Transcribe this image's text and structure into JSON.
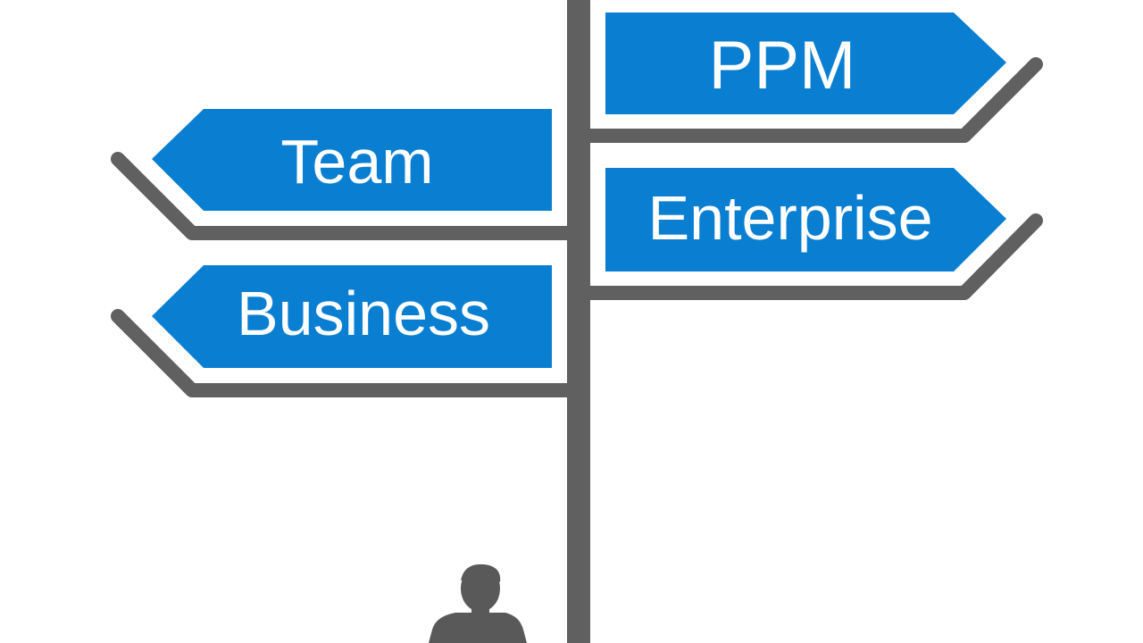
{
  "signpost": {
    "signs": [
      {
        "label": "PPM"
      },
      {
        "label": "Team"
      },
      {
        "label": "Enterprise"
      },
      {
        "label": "Business"
      }
    ]
  },
  "colors": {
    "sign_fill": "#0a7fd2",
    "post": "#606060",
    "person": "#595959",
    "background": "#ffffff"
  },
  "icons": {
    "person": "person-silhouette-icon"
  }
}
